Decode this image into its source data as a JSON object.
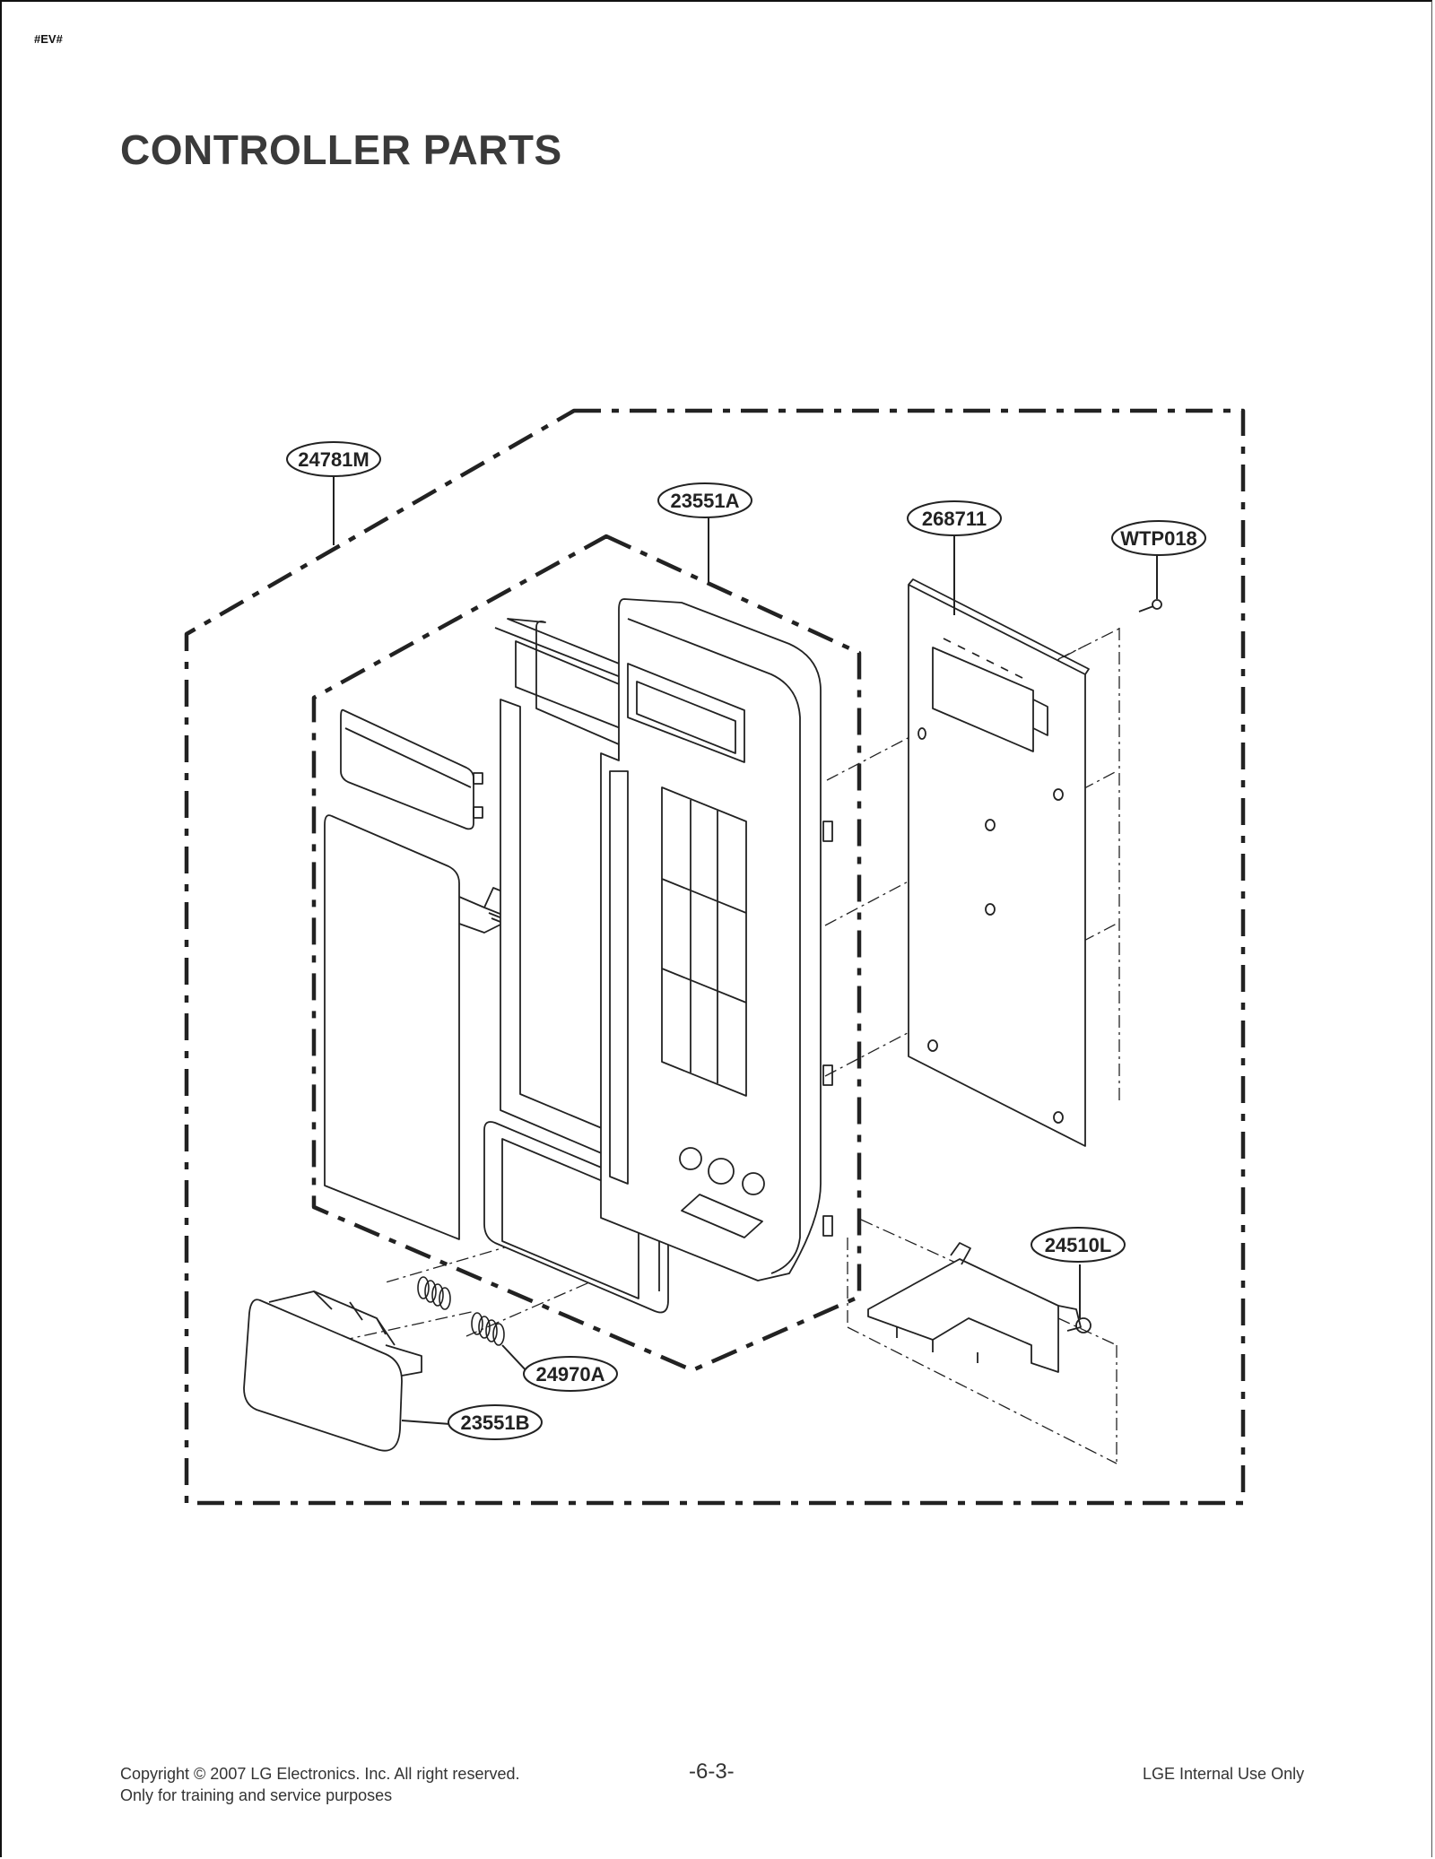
{
  "header": {
    "marker": "#EV#",
    "title": "CONTROLLER PARTS"
  },
  "diagram": {
    "callouts": [
      {
        "id": "24781M",
        "label": "24781M"
      },
      {
        "id": "23551A",
        "label": "23551A"
      },
      {
        "id": "268711",
        "label": "268711"
      },
      {
        "id": "WTP018",
        "label": "WTP018"
      },
      {
        "id": "24510L",
        "label": "24510L"
      },
      {
        "id": "24970A",
        "label": "24970A"
      },
      {
        "id": "23551B",
        "label": "23551B"
      }
    ]
  },
  "footer": {
    "copyright": "Copyright © 2007 LG Electronics. Inc. All right reserved.",
    "purpose": "Only for training and service purposes",
    "page_number": "-6-3-",
    "internal": "LGE Internal Use Only"
  }
}
